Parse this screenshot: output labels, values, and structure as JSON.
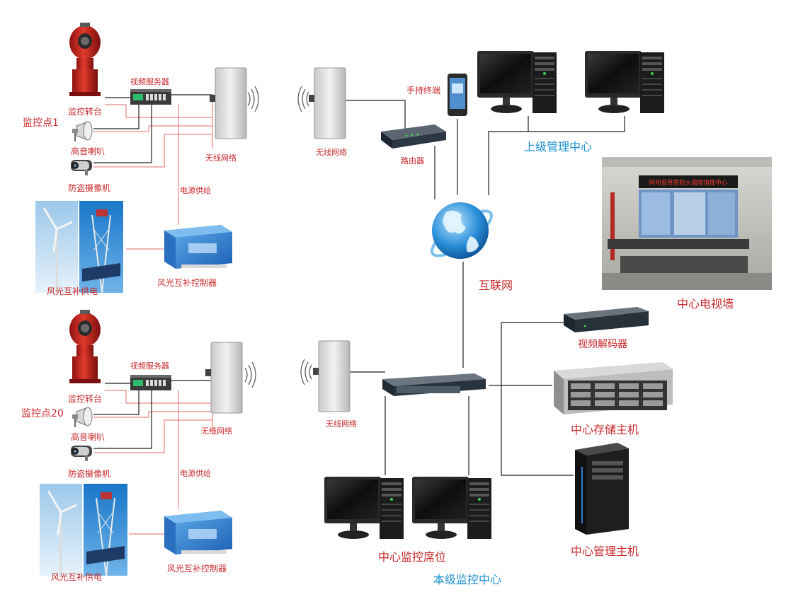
{
  "site1": {
    "name": "监控点1",
    "turret": "监控转台",
    "speaker": "高音喇叭",
    "camera": "防盗摄像机",
    "video_server": "视频服务器",
    "wireless": "无线网络",
    "power": "电源供给",
    "wind_solar": "风光互补供电",
    "controller": "风光互补控制器"
  },
  "site20": {
    "name": "监控点20",
    "turret": "监控转台",
    "speaker": "高音喇叭",
    "camera": "防盗摄像机",
    "video_server": "视频服务器",
    "wireless": "无线网络",
    "power": "电源供给",
    "wind_solar": "风光互补供电",
    "controller": "风光互补控制器"
  },
  "network": {
    "wireless_top": "无线网络",
    "wireless_bottom": "无线网络",
    "router": "路由器",
    "handheld": "手持终端",
    "internet": "互联网"
  },
  "centers": {
    "upper": "上级管理中心",
    "tv_wall": "中心电视墙",
    "tv_wall_banner": "阿坝县草原防火调度指挥中心",
    "decoder": "视频解码器",
    "storage": "中心存储主机",
    "management": "中心管理主机",
    "seats": "中心监控席位",
    "local": "本级监控中心"
  },
  "colors": {
    "label_red": "#c8282a",
    "label_blue": "#1a8fd0",
    "power_line": "#e36b6b",
    "data_line": "#1e1e1e"
  }
}
